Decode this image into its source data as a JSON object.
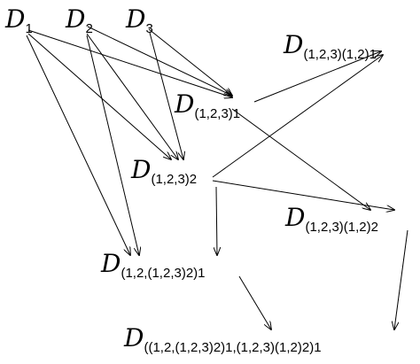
{
  "colors": {
    "ink": "#000000",
    "background": "#ffffff"
  },
  "nodes": {
    "d1": {
      "main": "D",
      "sub": "1"
    },
    "d2": {
      "main": "D",
      "sub": "2"
    },
    "d3": {
      "main": "D",
      "sub": "3"
    },
    "d1231": {
      "main": "D",
      "sub": "(1,2,3)1"
    },
    "d1232": {
      "main": "D",
      "sub": "(1,2,3)2"
    },
    "d123121": {
      "main": "D",
      "sub": "(1,2,3)(1,2)1"
    },
    "d123122": {
      "main": "D",
      "sub": "(1,2,3)(1,2)2"
    },
    "d12_12321": {
      "main": "D",
      "sub": "(1,2,(1,2,3)2)1"
    },
    "dfinal": {
      "main": "D",
      "sub": "((1,2,(1,2,3)2)1,(1,2,3)(1,2)2)1"
    }
  },
  "edges": [
    {
      "from": "d1",
      "to": "d1231"
    },
    {
      "from": "d1",
      "to": "d1232"
    },
    {
      "from": "d1",
      "to": "d12_12321"
    },
    {
      "from": "d2",
      "to": "d1231"
    },
    {
      "from": "d2",
      "to": "d1232"
    },
    {
      "from": "d2",
      "to": "d12_12321"
    },
    {
      "from": "d3",
      "to": "d1231"
    },
    {
      "from": "d3",
      "to": "d1232"
    },
    {
      "from": "d1231",
      "to": "d123121"
    },
    {
      "from": "d1231",
      "to": "d123122"
    },
    {
      "from": "d1232",
      "to": "d123121"
    },
    {
      "from": "d1232",
      "to": "d123122"
    },
    {
      "from": "d1232",
      "to": "d12_12321"
    },
    {
      "from": "d12_12321",
      "to": "dfinal"
    },
    {
      "from": "d123122",
      "to": "dfinal"
    }
  ]
}
